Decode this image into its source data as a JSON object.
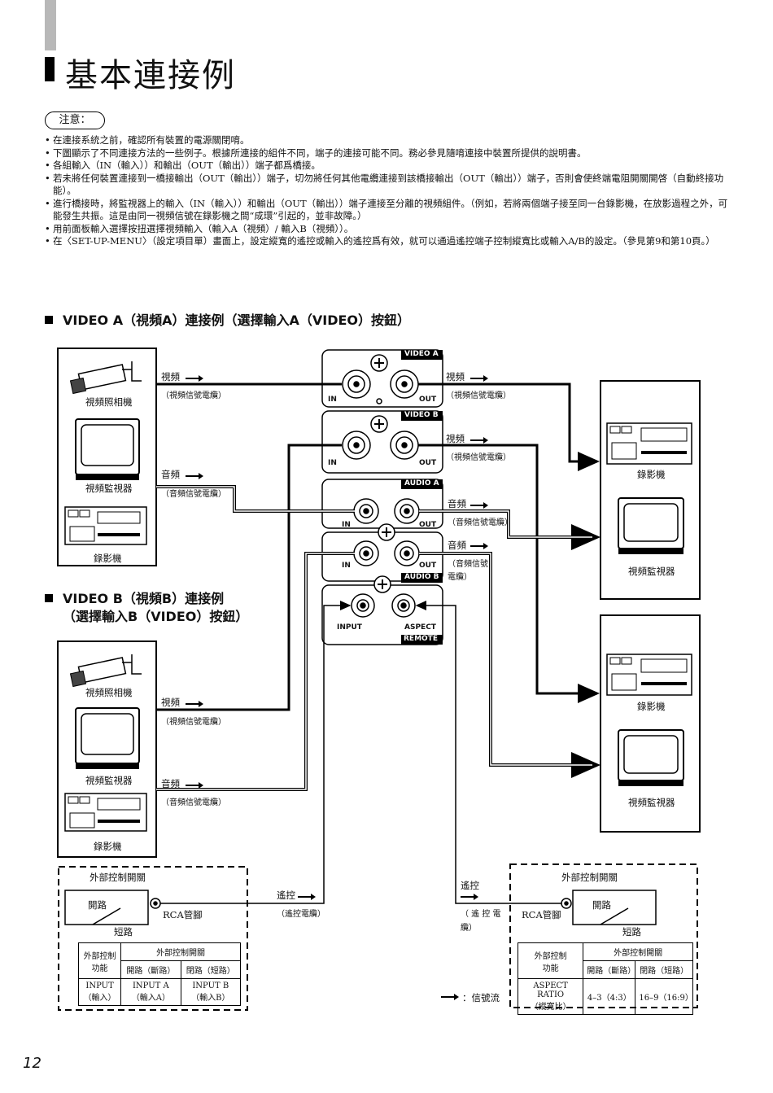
{
  "page": {
    "title": "基本連接例",
    "note_label": "注意：",
    "page_number": "12",
    "notes": [
      "在連接系統之前，確認所有裝置的電源關閉唷。",
      "下圖顯示了不同連接方法的一些例子。根據所連接的組件不同，端子的連接可能不同。務必參見隨唷連接中裝置所提供的說明書。",
      "各組輸入（IN（輸入））和輸出（OUT（輸出））端子都爲橋接。",
      "若未將任何裝置連接到一橋接輸出（OUT（輸出））端子，切勿將任何其他電纜連接到該橋接輸出（OUT（輸出））端子，否則會使終端電阻開關開啓（自動終接功能）。",
      "進行橋接時，將監視器上的輸入（IN（輸入））和輸出（OUT（輸出））端子連接至分離的視頻組件。（例如，若將兩個端子接至同一台錄影機，在放影過程之外，可能發生共振。這是由同一視頻信號在錄影機之間“成環”引起的，並非故障。）",
      "用前面板輸入選擇按扭選擇視頻輸入（輸入A（視頻）/ 輸入B（視頻））。",
      "在〈SET-UP-MENU〉（設定項目單）畫面上，設定縱寬的遙控或輸入的遙控爲有效，就可以通過遙控端子控制縱寬比或輸入A/B的設定。（參見第9和第10頁。）"
    ]
  },
  "section_a": {
    "heading": "VIDEO A（視頻A）連接例（選擇輸入A（VIDEO）按鈕）"
  },
  "section_b": {
    "heading_line1": "VIDEO B（視頻B）連接例",
    "heading_line2": "（選擇輸入B（VIDEO）按鈕）"
  },
  "devices": {
    "camera": "視頻照相機",
    "monitor": "視頻監視器",
    "vcr": "錄影機"
  },
  "signals": {
    "video": "視頻",
    "video_cable": "（視頻信號電纜）",
    "audio": "音頻",
    "audio_cable": "（音頻信號電纜）",
    "audio_cable_split_1": "（音頻信號",
    "audio_cable_split_2": "電纜）",
    "remote": "遙控",
    "remote_cable": "（遙控電纜）",
    "remote_cable_right_1": "（ 遙 控 電",
    "remote_cable_right_2": "纜）",
    "legend": "：信號流"
  },
  "panel": {
    "video_a": "VIDEO A",
    "video_b": "VIDEO B",
    "audio_a": "AUDIO A",
    "audio_b": "AUDIO B",
    "in": "IN",
    "out": "OUT",
    "input": "INPUT",
    "aspect": "ASPECT",
    "remote": "REMOTE"
  },
  "switch_left": {
    "title": "外部控制開關",
    "open": "開路",
    "short": "短路",
    "rca": "RCA管腳",
    "table": {
      "h1": "外部控制\n功能",
      "h2": "外部控制開關",
      "h_open": "開路（斷路）",
      "h_close": "閉路（短路）",
      "r_func": "INPUT\n（輸入）",
      "r_open": "INPUT A\n（輸入A）",
      "r_close": "INPUT B\n（輸入B）"
    }
  },
  "switch_right": {
    "title": "外部控制開關",
    "open": "開路",
    "short": "短路",
    "rca": "RCA管腳",
    "table": {
      "h1": "外部控制\n功能",
      "h2": "外部控制開關",
      "h_open": "開路（斷路）",
      "h_close": "閉路（短路）",
      "r_func": "ASPECT RATIO\n（縱寬比）",
      "r_open": "4–3（4:3）",
      "r_close": "16–9（16:9）"
    }
  }
}
